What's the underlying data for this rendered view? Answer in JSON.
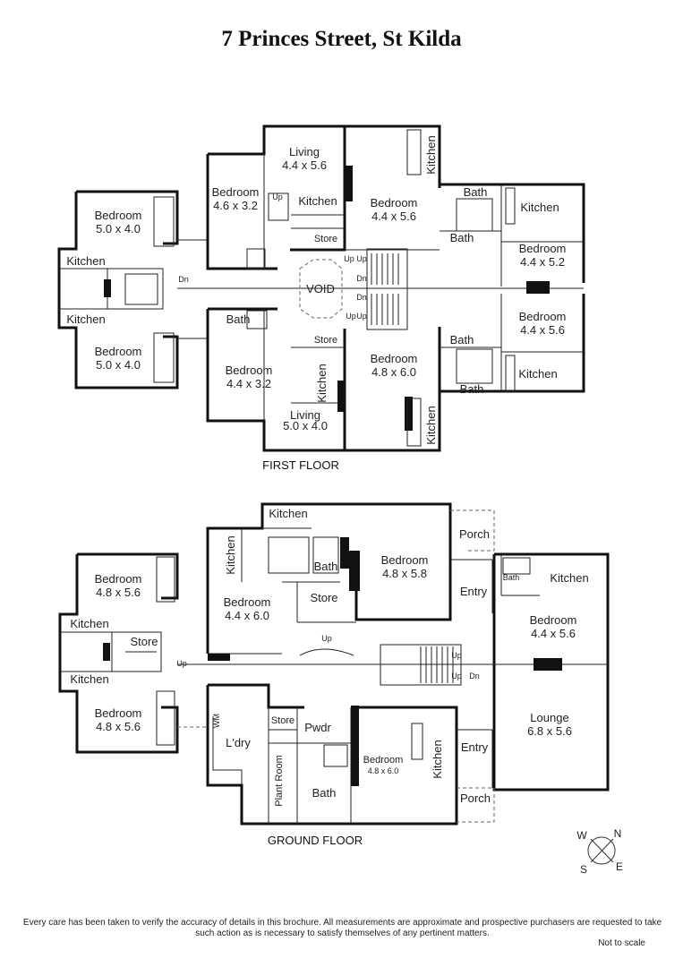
{
  "title": "7 Princes Street, St Kilda",
  "first_floor": {
    "label": "FIRST FLOOR",
    "rooms": [
      {
        "id": "ff-bed-w-top",
        "name": "Bedroom",
        "dims": "5.0 x 4.0"
      },
      {
        "id": "ff-kitchen-w-top",
        "name": "Kitchen",
        "dims": ""
      },
      {
        "id": "ff-kitchen-w-bot",
        "name": "Kitchen",
        "dims": ""
      },
      {
        "id": "ff-bed-w-bot",
        "name": "Bedroom",
        "dims": "5.0 x 4.0"
      },
      {
        "id": "ff-bed-nw",
        "name": "Bedroom",
        "dims": "4.6 x 3.2"
      },
      {
        "id": "ff-living-n",
        "name": "Living",
        "dims": "4.4 x 5.6"
      },
      {
        "id": "ff-kitchen-n",
        "name": "Kitchen",
        "dims": ""
      },
      {
        "id": "ff-store-n",
        "name": "Store",
        "dims": ""
      },
      {
        "id": "ff-bed-n",
        "name": "Bedroom",
        "dims": "4.4 x 5.6"
      },
      {
        "id": "ff-kitchen-ne-v",
        "name": "Kitchen",
        "dims": ""
      },
      {
        "id": "ff-bath-ne1",
        "name": "Bath",
        "dims": ""
      },
      {
        "id": "ff-bath-ne2",
        "name": "Bath",
        "dims": ""
      },
      {
        "id": "ff-kitchen-ne",
        "name": "Kitchen",
        "dims": ""
      },
      {
        "id": "ff-bed-e-top",
        "name": "Bedroom",
        "dims": "4.4 x 5.2"
      },
      {
        "id": "ff-void",
        "name": "VOID",
        "dims": ""
      },
      {
        "id": "ff-bed-e-bot",
        "name": "Bedroom",
        "dims": "4.4 x 5.6"
      },
      {
        "id": "ff-bath-sw",
        "name": "Bath",
        "dims": ""
      },
      {
        "id": "ff-bed-sw",
        "name": "Bedroom",
        "dims": "4.4 x 3.2"
      },
      {
        "id": "ff-store-s",
        "name": "Store",
        "dims": ""
      },
      {
        "id": "ff-kitchen-s-v",
        "name": "Kitchen",
        "dims": ""
      },
      {
        "id": "ff-living-s",
        "name": "Living",
        "dims": "5.0 x 4.0"
      },
      {
        "id": "ff-bed-s",
        "name": "Bedroom",
        "dims": "4.8 x 6.0"
      },
      {
        "id": "ff-kitchen-se-v",
        "name": "Kitchen",
        "dims": ""
      },
      {
        "id": "ff-bath-se1",
        "name": "Bath",
        "dims": ""
      },
      {
        "id": "ff-bath-se2",
        "name": "Bath",
        "dims": ""
      },
      {
        "id": "ff-kitchen-se",
        "name": "Kitchen",
        "dims": ""
      }
    ],
    "stair_labels": [
      "Up",
      "Up",
      "Dn",
      "Up",
      "Dn",
      "Dn",
      "Up",
      "Up"
    ]
  },
  "ground_floor": {
    "label": "GROUND FLOOR",
    "rooms": [
      {
        "id": "gf-kitchen-top",
        "name": "Kitchen",
        "dims": ""
      },
      {
        "id": "gf-kitchen-v",
        "name": "Kitchen",
        "dims": ""
      },
      {
        "id": "gf-bath-n",
        "name": "Bath",
        "dims": ""
      },
      {
        "id": "gf-bed-ne",
        "name": "Bedroom",
        "dims": "4.8 x 5.8"
      },
      {
        "id": "gf-porch-n",
        "name": "Porch",
        "dims": ""
      },
      {
        "id": "gf-entry-n",
        "name": "Entry",
        "dims": ""
      },
      {
        "id": "gf-bed-w-top",
        "name": "Bedroom",
        "dims": "4.8 x 5.6"
      },
      {
        "id": "gf-bed-mid",
        "name": "Bedroom",
        "dims": "4.4 x 6.0"
      },
      {
        "id": "gf-store-n",
        "name": "Store",
        "dims": ""
      },
      {
        "id": "gf-kitchen-w-top",
        "name": "Kitchen",
        "dims": ""
      },
      {
        "id": "gf-store-w",
        "name": "Store",
        "dims": ""
      },
      {
        "id": "gf-kitchen-w-bot",
        "name": "Kitchen",
        "dims": ""
      },
      {
        "id": "gf-bath-e-small",
        "name": "Bath",
        "dims": ""
      },
      {
        "id": "gf-kitchen-e",
        "name": "Kitchen",
        "dims": ""
      },
      {
        "id": "gf-bed-e",
        "name": "Bedroom",
        "dims": "4.4 x 5.6"
      },
      {
        "id": "gf-bed-w-bot",
        "name": "Bedroom",
        "dims": "4.8 x 5.6"
      },
      {
        "id": "gf-wm",
        "name": "WM",
        "dims": ""
      },
      {
        "id": "gf-laundry",
        "name": "L'dry",
        "dims": ""
      },
      {
        "id": "gf-store-s",
        "name": "Store",
        "dims": ""
      },
      {
        "id": "gf-pwdr",
        "name": "Pwdr",
        "dims": ""
      },
      {
        "id": "gf-lounge",
        "name": "Lounge",
        "dims": "6.8 x 5.6"
      },
      {
        "id": "gf-plant",
        "name": "Plant Room",
        "dims": ""
      },
      {
        "id": "gf-bath-s",
        "name": "Bath",
        "dims": ""
      },
      {
        "id": "gf-bed-s",
        "name": "Bedroom",
        "dims": "4.8 x 6.0"
      },
      {
        "id": "gf-kitchen-s-v",
        "name": "Kitchen",
        "dims": ""
      },
      {
        "id": "gf-entry-s",
        "name": "Entry",
        "dims": ""
      },
      {
        "id": "gf-porch-s",
        "name": "Porch",
        "dims": ""
      }
    ],
    "stair_labels": [
      "Up",
      "Up",
      "Up",
      "Up",
      "Dn"
    ]
  },
  "compass": {
    "n": "N",
    "s": "S",
    "e": "E",
    "w": "W"
  },
  "disclaimer": "Every care has been taken to verify the accuracy of details in this brochure.  All measurements are approximate and prospective purchasers are requested to take such action as is necessary to satisfy themselves of any pertinent matters.",
  "scale_note": "Not to scale"
}
